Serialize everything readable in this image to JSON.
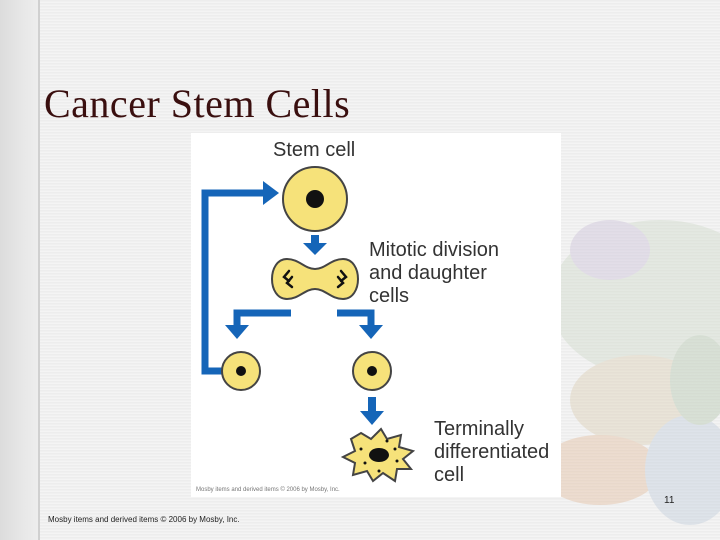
{
  "slide": {
    "title": "Cancer Stem Cells",
    "page_number": "11",
    "footer": "Mosby items and derived items © 2006 by Mosby, Inc."
  },
  "figure": {
    "labels": {
      "stem_cell": "Stem cell",
      "mitotic_division": "Mitotic division\nand daughter\ncells",
      "terminally_differentiated": "Terminally\ndifferentiated\ncell"
    },
    "credit": "Mosby items and derived items © 2006 by Mosby, Inc."
  },
  "colors": {
    "arrow_blue": "#1565b8",
    "cell_fill": "#f6e27a",
    "cell_outline": "#333333",
    "nucleus": "#111111",
    "title_color": "#3a0f0f"
  }
}
